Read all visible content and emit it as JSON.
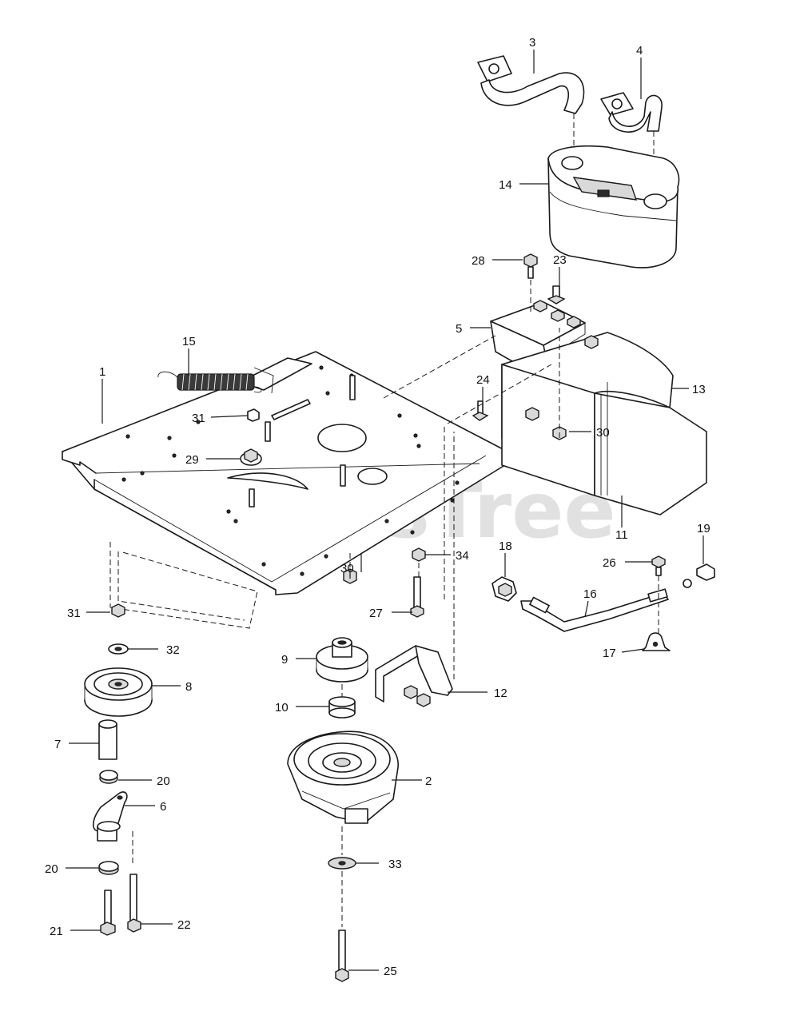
{
  "watermark": "PartsTree",
  "callouts": [
    "1",
    "2",
    "3",
    "4",
    "5",
    "6",
    "7",
    "8",
    "9",
    "10",
    "11",
    "12",
    "13",
    "14",
    "15",
    "16",
    "17",
    "18",
    "19",
    "20",
    "20",
    "21",
    "22",
    "23",
    "24",
    "25",
    "26",
    "27",
    "28",
    "29",
    "30",
    "30",
    "30",
    "31",
    "31",
    "32",
    "33",
    "34"
  ]
}
